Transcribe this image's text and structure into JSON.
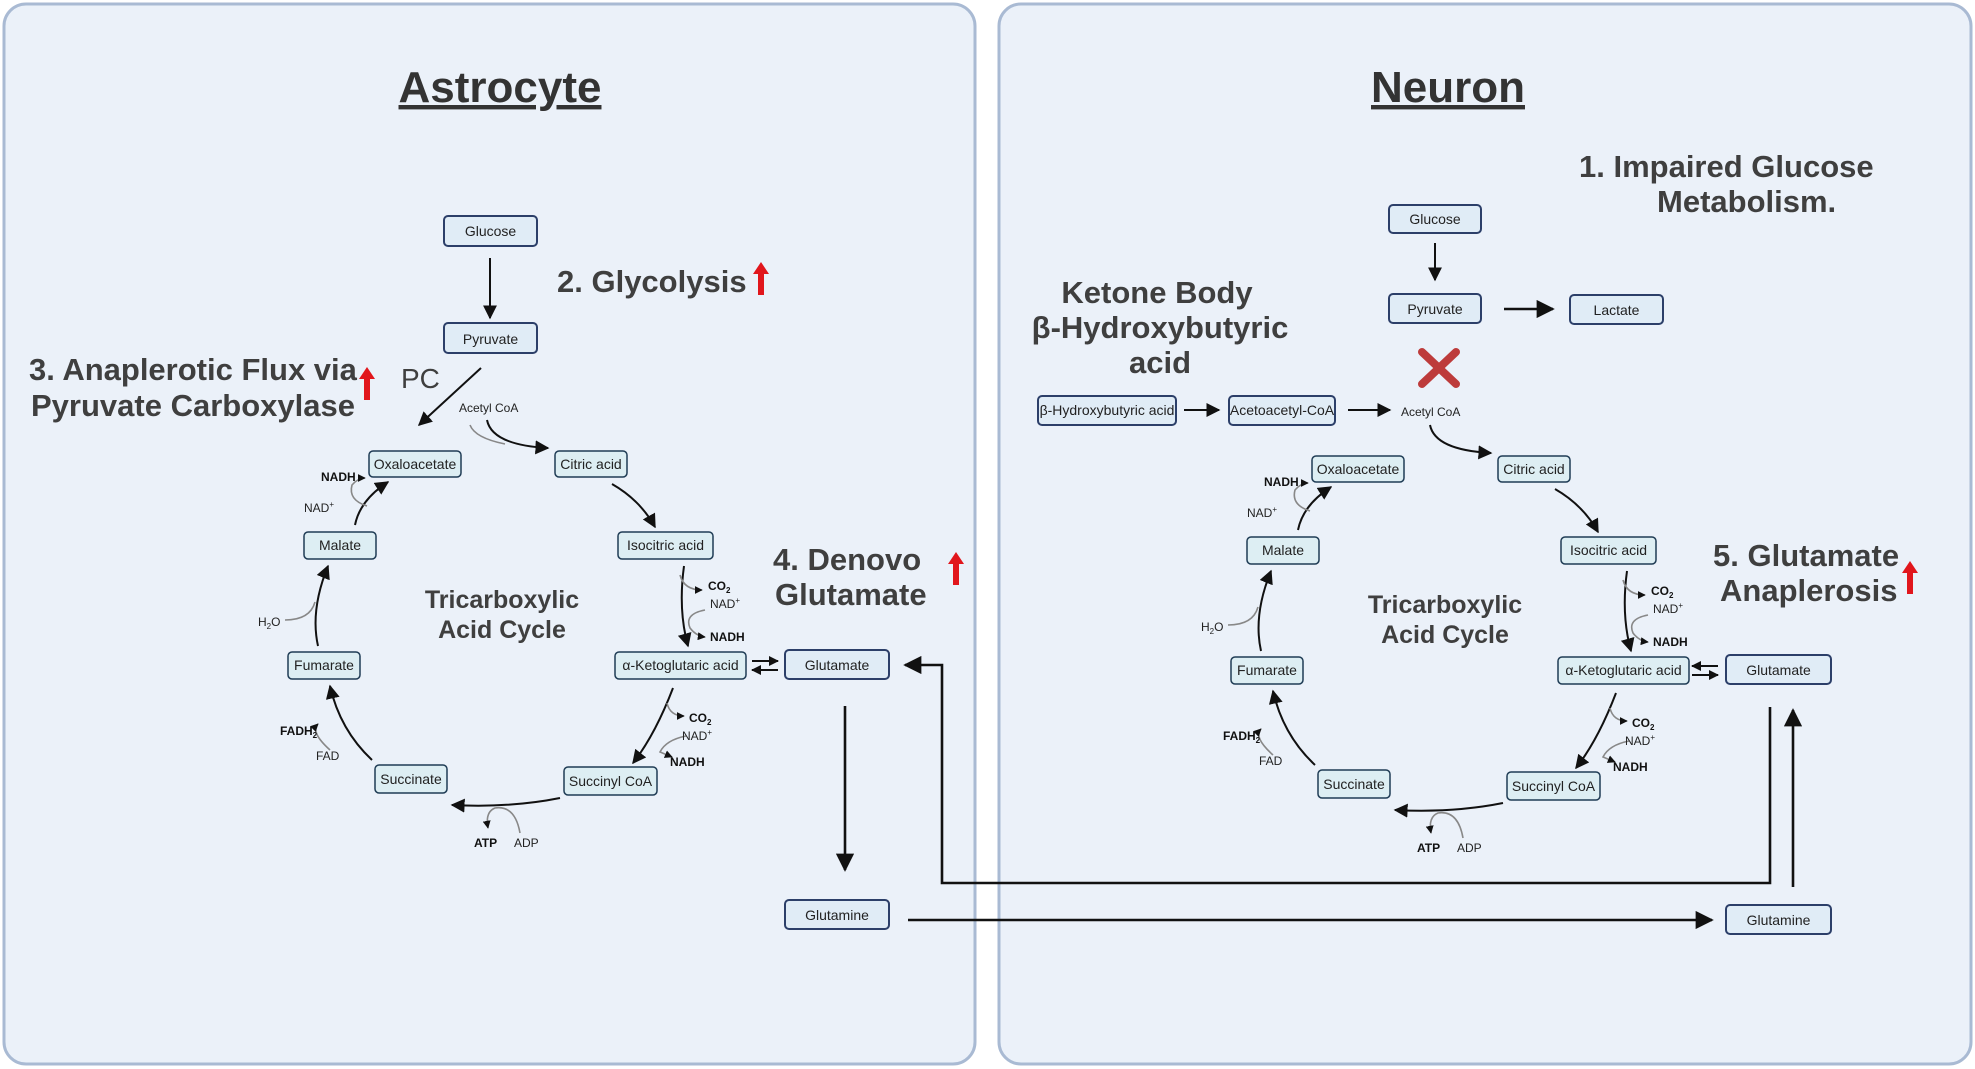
{
  "astrocyte": {
    "title": "Astrocyte",
    "glucose": "Glucose",
    "pyruvate": "Pyruvate",
    "pc_label": "PC",
    "acetyl_coa": "Acetyl CoA",
    "glycolysis": "2. Glycolysis",
    "anaplerotic_line1": "3. Anaplerotic Flux via",
    "anaplerotic_line2": "Pyruvate Carboxylase",
    "denovo_line1": "4. Denovo",
    "denovo_line2": "Glutamate",
    "glutamate": "Glutamate",
    "glutamine": "Glutamine"
  },
  "neuron": {
    "title": "Neuron",
    "impaired_line1": "1.  Impaired Glucose",
    "impaired_line2": "Metabolism.",
    "glucose": "Glucose",
    "pyruvate": "Pyruvate",
    "lactate": "Lactate",
    "ketone_line1": "Ketone Body",
    "ketone_line2": "β-Hydroxybutyric",
    "ketone_line3": "acid",
    "bhb": "β-Hydroxybutyric acid",
    "acetoacetyl": "Acetoacetyl-CoA",
    "acetyl_coa": "Acetyl CoA",
    "anaplerosis_line1": "5. Glutamate",
    "anaplerosis_line2": "Anaplerosis",
    "glutamate": "Glutamate",
    "glutamine": "Glutamine"
  },
  "tca": {
    "cycle_line1": "Tricarboxylic",
    "cycle_line2": "Acid Cycle",
    "oxaloacetate": "Oxaloacetate",
    "citric_acid": "Citric acid",
    "isocitric_acid": "Isocitric acid",
    "alpha_kg": "α-Ketoglutaric acid",
    "succinyl_coa": "Succinyl CoA",
    "succinate": "Succinate",
    "fumarate": "Fumarate",
    "malate": "Malate",
    "nadh": "NADH",
    "nad": "NAD",
    "plus": "+",
    "h2o_h": "H",
    "h2o_2": "2",
    "h2o_o": "O",
    "co2_c": "CO",
    "co2_2": "2",
    "fadh2": "FADH",
    "fadh2_sub": "2",
    "fad": "FAD",
    "atp": "ATP",
    "adp": "ADP"
  },
  "colors": {
    "panel_fill": "#ebf1f9",
    "panel_stroke": "#a9bad3",
    "box_fill": "#e0ecf6",
    "box_stroke": "#2c3f69",
    "up_arrow": "#e1161c",
    "blocked_x": "#bd3b3b"
  },
  "icons": [
    "up-arrow-icon",
    "blocked-x-icon"
  ]
}
